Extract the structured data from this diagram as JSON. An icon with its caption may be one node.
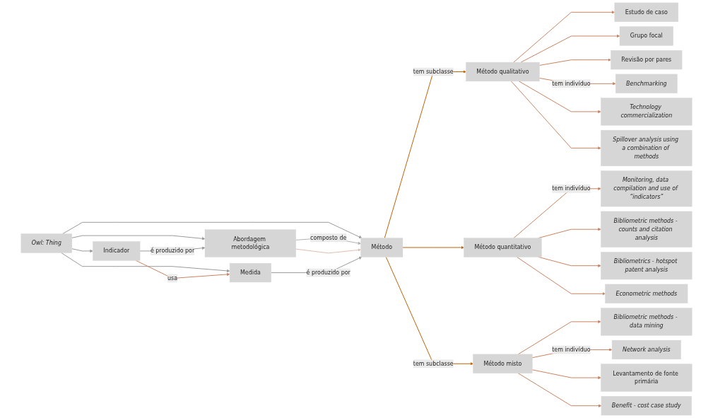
{
  "diagram": {
    "nodes": [
      {
        "text": [
          "Indicador"
        ]
      },
      {
        "text": [
          "Owl: Thing"
        ]
      },
      {
        "text": [
          "Abordagem metodológica"
        ]
      },
      {
        "text": [
          "Medida"
        ]
      },
      {
        "text": [
          "Método"
        ]
      },
      {
        "text": [
          "Método qualitativo"
        ]
      },
      {
        "text": [
          "Método quantitativo"
        ]
      },
      {
        "text": [
          "Método misto"
        ]
      },
      {
        "text": [
          "Estudo de caso"
        ]
      },
      {
        "text": [
          "Grupo focal"
        ]
      },
      {
        "text": [
          "Revisão por pares"
        ]
      },
      {
        "text": [
          "Benchmarking"
        ]
      },
      {
        "text": [
          "Technology commercialization"
        ]
      },
      {
        "text": [
          "Spillover analysis using a combination of methods"
        ]
      },
      {
        "text": [
          "Monitoring, data compilation and use of “indicators”"
        ]
      },
      {
        "text": [
          "Bibliometric methods - counts and citation analysis"
        ]
      },
      {
        "text": [
          "Bibliometrics - hotspot patent analysis"
        ]
      },
      {
        "text": [
          "Econometric methods"
        ]
      },
      {
        "text": [
          "Bibliometric methods - data mining"
        ]
      },
      {
        "text": [
          "Network analysis"
        ]
      },
      {
        "text": [
          "Levantamento de fonte primária"
        ]
      },
      {
        "text": [
          "Benefit - cost case study"
        ]
      }
    ],
    "edges": [
      {
        "from": 1,
        "to": 0,
        "arrow": "to",
        "color": "#999999"
      },
      {
        "from": 1,
        "to": 2,
        "arrow": "to",
        "color": "#999999"
      },
      {
        "from": 1,
        "to": 3,
        "arrow": "to",
        "color": "#999999"
      },
      {
        "from": 1,
        "to": 4,
        "arrow": "to",
        "color": "#999999"
      },
      {
        "from": 0,
        "to": 2,
        "arrow": "to",
        "label": "é produzido por",
        "color": "#999999"
      },
      {
        "from": 0,
        "to": 3,
        "arrow": "to",
        "label": "usa"
      },
      {
        "from": 2,
        "to": 4,
        "arrow": "to",
        "label": "composto de",
        "color": "#b0b0b0"
      },
      {
        "from": 2,
        "to": 4,
        "arrow": "to",
        "color": "#e0bcae"
      },
      {
        "from": 3,
        "to": 4,
        "arrow": "to",
        "label": "é produzido por",
        "color": "#999999"
      },
      {
        "from": 4,
        "to": 5,
        "arrow": "to",
        "label": "tem subclasse",
        "color": "#c06000"
      },
      {
        "from": 4,
        "to": 6,
        "arrow": "to",
        "color": "#c06000"
      },
      {
        "from": 4,
        "to": 7,
        "arrow": "to",
        "label": "tem subclasse",
        "color": "#c06000"
      },
      {
        "from": 5,
        "to": 8,
        "arrow": "to"
      },
      {
        "from": 5,
        "to": 9,
        "arrow": "to"
      },
      {
        "from": 5,
        "to": 10,
        "arrow": "to"
      },
      {
        "from": 5,
        "to": 11,
        "arrow": "to",
        "label": "tem indivíduo"
      },
      {
        "from": 5,
        "to": 12,
        "arrow": "to"
      },
      {
        "from": 5,
        "to": 13,
        "arrow": "to"
      },
      {
        "from": 6,
        "to": 14,
        "arrow": "to",
        "label": "tem indivíduo"
      },
      {
        "from": 6,
        "to": 15,
        "arrow": "to"
      },
      {
        "from": 6,
        "to": 16,
        "arrow": "to"
      },
      {
        "from": 6,
        "to": 17,
        "arrow": "to"
      },
      {
        "from": 7,
        "to": 18,
        "arrow": "to"
      },
      {
        "from": 7,
        "to": 19,
        "arrow": "to",
        "label": "tem indivíduo"
      },
      {
        "from": 7,
        "to": 20,
        "arrow": "to"
      },
      {
        "from": 7,
        "to": 21,
        "arrow": "to"
      }
    ]
  }
}
